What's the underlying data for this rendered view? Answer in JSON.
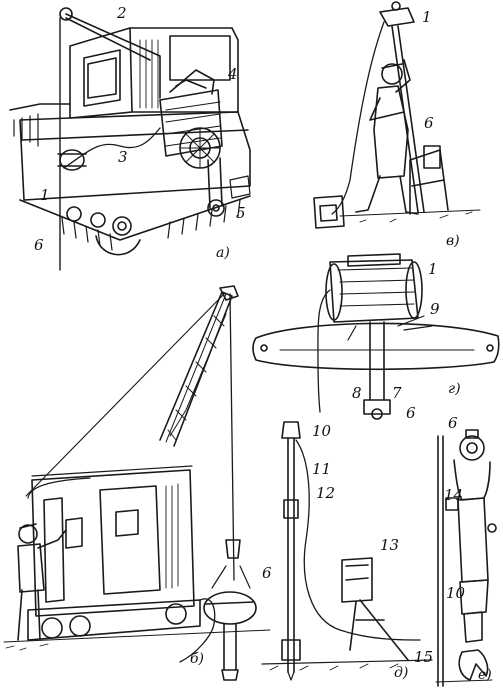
{
  "labels": {
    "a1": "1",
    "a2": "2",
    "a3": "3",
    "a4": "4",
    "a5": "5",
    "a6": "6",
    "b1": "1",
    "b6": "6",
    "g1": "1",
    "g9": "9",
    "g8": "8",
    "g7": "7",
    "g6": "6",
    "d10": "10",
    "d11": "11",
    "d12": "12",
    "d13": "13",
    "d6": "6",
    "e6": "6",
    "e14": "14",
    "e10": "10",
    "e15": "15"
  },
  "captions": {
    "a": "а)",
    "v": "в)",
    "g": "г)",
    "b": "б)",
    "d": "д)",
    "e": "е)"
  }
}
